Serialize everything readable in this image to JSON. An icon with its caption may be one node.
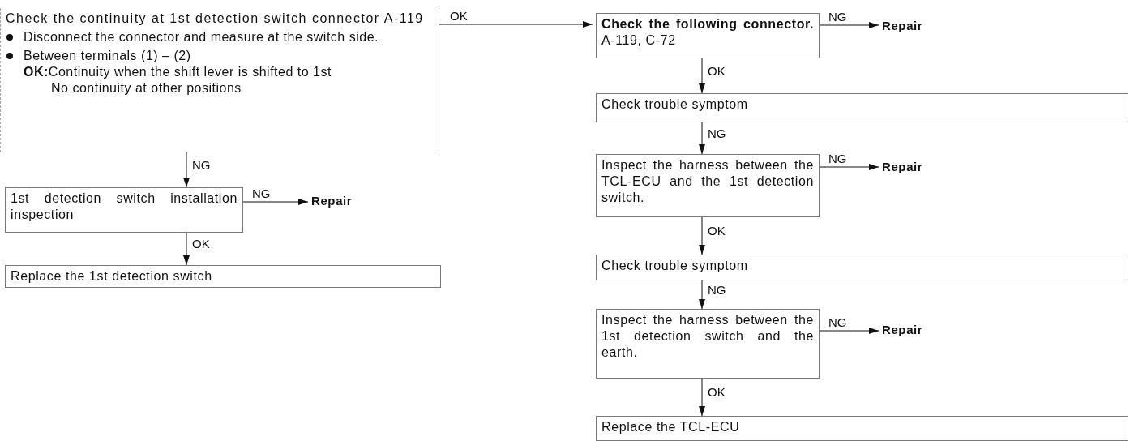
{
  "diagram": {
    "nodes": [
      {
        "text": [
          "Check the continuity at 1st detection switch connector A-119",
          "Disconnect the connector and measure at the switch side.",
          "Between terminals (1) – (2)",
          "**OK:**Continuity when the shift lever is shifted to 1st",
          "No continuity at other positions"
        ]
      },
      {
        "text": [
          "1st detection switch installation inspection"
        ]
      },
      {
        "text": [
          "Repair"
        ]
      },
      {
        "text": [
          "Replace the 1st detection switch"
        ]
      },
      {
        "text": [
          "**Check the following connector.** A-119, C-72"
        ]
      },
      {
        "text": [
          "Repair"
        ]
      },
      {
        "text": [
          "Check trouble symptom"
        ]
      },
      {
        "text": [
          "Inspect the harness between the TCL-ECU and the 1st detection switch."
        ]
      },
      {
        "text": [
          "Repair"
        ]
      },
      {
        "text": [
          "Check trouble symptom"
        ]
      },
      {
        "text": [
          "Inspect the harness between the 1st detection switch and the earth."
        ]
      },
      {
        "text": [
          "Repair"
        ]
      },
      {
        "text": [
          "Replace the TCL-ECU"
        ]
      }
    ],
    "edges": [
      {
        "from": 0,
        "to": 1,
        "arrow": "to",
        "label": "NG"
      },
      {
        "from": 1,
        "to": 2,
        "arrow": "to",
        "label": "NG"
      },
      {
        "from": 1,
        "to": 3,
        "arrow": "to",
        "label": "OK"
      },
      {
        "from": 0,
        "to": 4,
        "arrow": "to",
        "label": "OK"
      },
      {
        "from": 4,
        "to": 5,
        "arrow": "to",
        "label": "NG"
      },
      {
        "from": 4,
        "to": 6,
        "arrow": "to",
        "label": "OK"
      },
      {
        "from": 6,
        "to": 7,
        "arrow": "to",
        "label": "NG"
      },
      {
        "from": 7,
        "to": 8,
        "arrow": "to",
        "label": "NG"
      },
      {
        "from": 7,
        "to": 9,
        "arrow": "to",
        "label": "OK"
      },
      {
        "from": 9,
        "to": 10,
        "arrow": "to",
        "label": "NG"
      },
      {
        "from": 10,
        "to": 11,
        "arrow": "to",
        "label": "NG"
      },
      {
        "from": 10,
        "to": 12,
        "arrow": "to",
        "label": "OK"
      }
    ]
  }
}
